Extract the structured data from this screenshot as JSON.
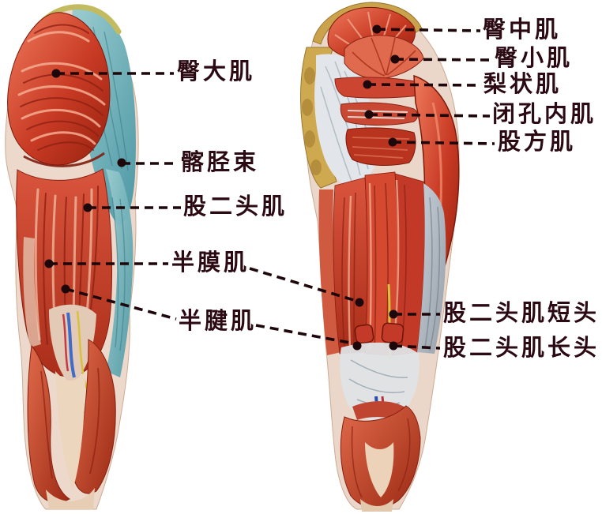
{
  "theme": {
    "background": "#ffffff",
    "label-color": "#2b0a14",
    "leader-color": "#1d070b",
    "muscle-red": "#d24632",
    "muscle-deep-red": "#9c2412",
    "muscle-highlight": "#f2ae92",
    "fascia-teal": "#5fa8b4",
    "bone-tan": "#cba24c",
    "ligament-grey": "#dfe3e8"
  },
  "labels": [
    {
      "id": "gluteus-maximus",
      "text": "臀大肌"
    },
    {
      "id": "iliotibial-tract",
      "text": "髂胫束"
    },
    {
      "id": "biceps-femoris",
      "text": "股二头肌"
    },
    {
      "id": "semimembranosus",
      "text": "半膜肌"
    },
    {
      "id": "semitendinosus",
      "text": "半腱肌"
    },
    {
      "id": "gluteus-medius",
      "text": "臀中肌"
    },
    {
      "id": "gluteus-minimus",
      "text": "臀小肌"
    },
    {
      "id": "piriformis",
      "text": "梨状肌"
    },
    {
      "id": "obturator-internus",
      "text": "闭孔内肌"
    },
    {
      "id": "quadratus-femoris",
      "text": "股方肌"
    },
    {
      "id": "biceps-femoris-short-head",
      "text": "股二头肌短头"
    },
    {
      "id": "biceps-femoris-long-head",
      "text": "股二头肌长头"
    }
  ]
}
